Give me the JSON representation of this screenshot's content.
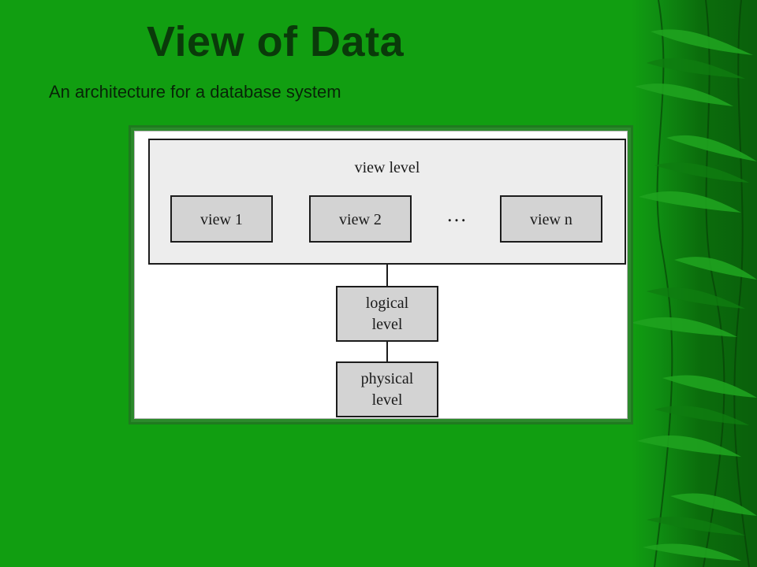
{
  "slide": {
    "title": "View of Data",
    "subtitle": "An architecture for a database system"
  },
  "diagram": {
    "view_level_label": "view level",
    "views": [
      "view 1",
      "view 2",
      "view n"
    ],
    "ellipsis": "…",
    "logical_level": [
      "logical",
      "level"
    ],
    "physical_level": [
      "physical",
      "level"
    ]
  },
  "colors": {
    "background": "#119e11",
    "title": "#0a3a0a",
    "frame": "#2b8a2b",
    "view_panel": "#ededed",
    "box_fill": "#d3d3d3",
    "box_stroke": "#1c1c1c"
  }
}
